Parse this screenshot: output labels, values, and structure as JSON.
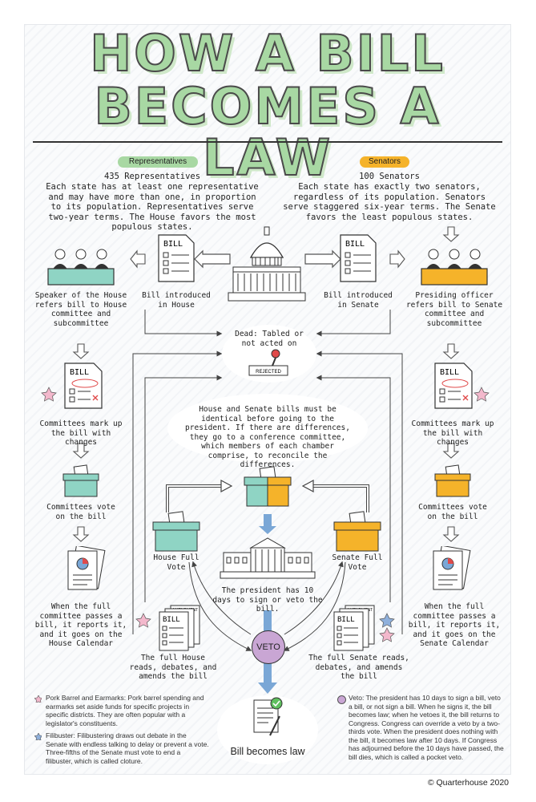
{
  "title": {
    "line1": "HOW A BILL",
    "line2": "BECOMES A LAW"
  },
  "house": {
    "tag": "Representatives",
    "count": "435 Representatives",
    "desc": "Each state has at least one representative and may have more than one, in proportion to its population. Representatives serve two-year terms. The House favors the most populous states.",
    "bill_introduced": "Bill introduced in House",
    "speaker": "Speaker of the House refers bill to House committee and subcommittee",
    "mark_up": "Committees mark up the bill with changes",
    "vote": "Committees vote on the bill",
    "full_committee": "When the full committee passes a bill, it reports it, and it goes on the House Calendar",
    "full_reads": "The full House reads, debates, and amends the bill",
    "full_vote": "House Full Vote"
  },
  "senate": {
    "tag": "Senators",
    "count": "100 Senators",
    "desc": "Each state has exactly two senators, regardless of its population. Senators serve staggered six-year terms. The Senate favors the least populous states.",
    "bill_introduced": "Bill introduced in Senate",
    "presiding": "Presiding officer refers bill to Senate committee and subcommittee",
    "mark_up": "Committees mark up the bill with changes",
    "vote": "Committees vote on the bill",
    "full_committee": "When the full committee passes a bill, it reports it, and it goes on the Senate Calendar",
    "full_reads": "The full Senate reads, debates, and amends the bill",
    "full_vote": "Senate Full Vote"
  },
  "center": {
    "dead": "Dead: Tabled or not acted on",
    "rejected_stamp": "REJECTED",
    "conference": "House and Senate bills must be identical before going to the president. If there are differences, they go to a conference committee, which members of each chamber comprise, to reconcile the differences.",
    "president": "The president has 10 days to sign or veto the bill.",
    "veto": "VETO",
    "law": "Bill becomes law"
  },
  "icons": {
    "bill_label": "BILL",
    "amendment_label": "AMENDMENT"
  },
  "notes": {
    "pork": "Pork Barrel and Earmarks: Pork barrel spending and earmarks set aside funds for specific projects in specific districts. They are often popular with a legislator's constituents.",
    "filibuster": "Filibuster: Filibustering draws out debate in the Senate with endless talking to delay or prevent a vote. Three-fifths of the Senate must vote to end a filibuster, which is called cloture.",
    "veto": "Veto: The president has 10 days to sign a bill, veto a bill, or not sign a bill. When he signs it, the bill becomes law; when he vetoes it, the bill returns to Congress. Congress can override a veto by a two-thirds vote. When the president does nothing with the bill, it becomes law after 10 days. If Congress has adjourned before the 10 days have passed, the bill dies, which is called a pocket veto."
  },
  "copyright": "© Quarterhouse 2020",
  "colors": {
    "house": "#8fd4c4",
    "senate": "#f5b32a",
    "title": "#a8d8a3",
    "veto": "#c9a6d4",
    "arrow": "#7aa7d6",
    "pink_star": "#f3b8cc",
    "blue_star": "#8fb0dc"
  }
}
